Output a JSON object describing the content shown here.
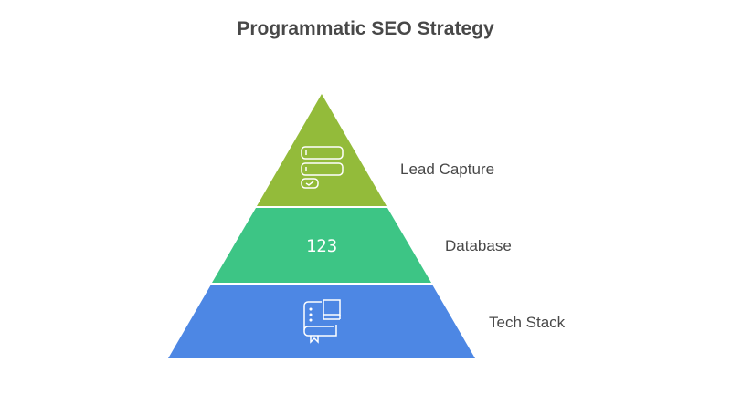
{
  "title": "Programmatic SEO Strategy",
  "tiers": [
    {
      "label": "Lead Capture",
      "color": "#93bb3a",
      "icon": "form-checklist-icon"
    },
    {
      "label": "Database",
      "color": "#3dc585",
      "icon": "numbers-icon",
      "icon_text": "123"
    },
    {
      "label": "Tech Stack",
      "color": "#4d87e4",
      "icon": "book-stack-icon"
    }
  ]
}
